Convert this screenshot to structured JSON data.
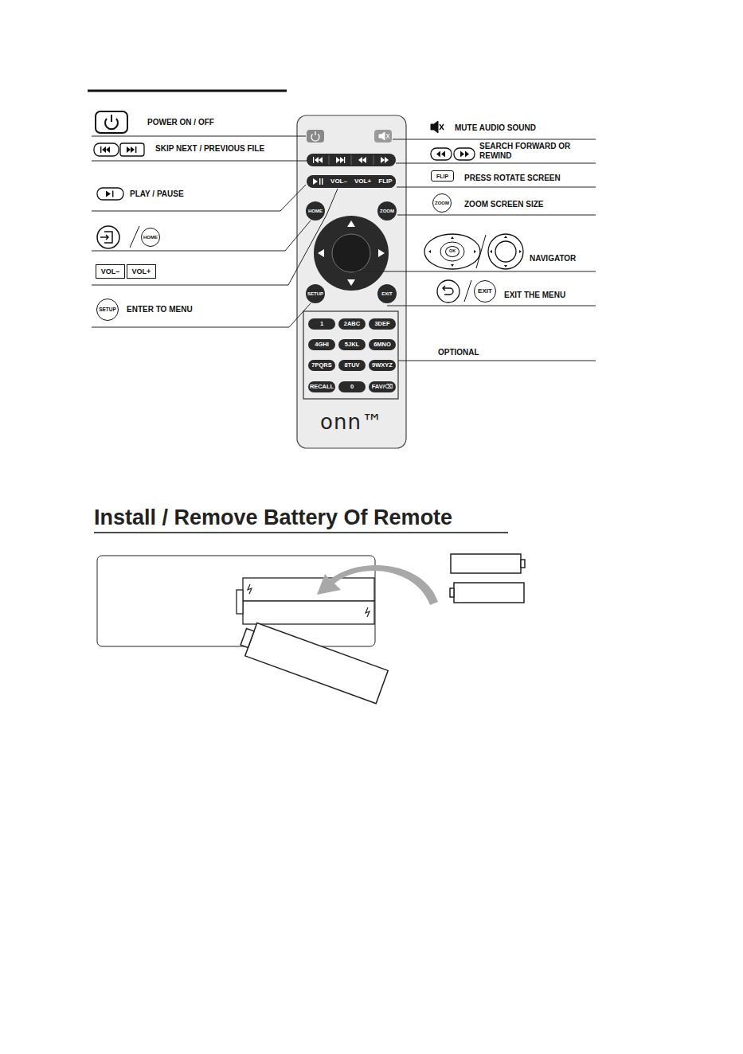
{
  "diagram": {
    "nodes": [
      {
        "text": [
          "onn™"
        ]
      },
      {
        "text": [
          "VOL–"
        ],
        "in": 0
      },
      {
        "text": [
          "VOL+"
        ],
        "in": 0
      },
      {
        "text": [
          "FLIP"
        ],
        "in": 0
      },
      {
        "text": [
          "HOME"
        ],
        "in": 0
      },
      {
        "text": [
          "ZOOM"
        ],
        "in": 0
      },
      {
        "text": [
          "SETUP"
        ],
        "in": 0
      },
      {
        "text": [
          "EXIT"
        ],
        "in": 0
      },
      {
        "text": [
          "1"
        ],
        "in": 0
      },
      {
        "text": [
          "2ABC"
        ],
        "in": 0
      },
      {
        "text": [
          "3DEF"
        ],
        "in": 0
      },
      {
        "text": [
          "4GHI"
        ],
        "in": 0
      },
      {
        "text": [
          "5JKL"
        ],
        "in": 0
      },
      {
        "text": [
          "6MNO"
        ],
        "in": 0
      },
      {
        "text": [
          "7PQRS"
        ],
        "in": 0
      },
      {
        "text": [
          "8TUV"
        ],
        "in": 0
      },
      {
        "text": [
          "9WXYZ"
        ],
        "in": 0
      },
      {
        "text": [
          "RECALL"
        ],
        "in": 0
      },
      {
        "text": [
          "0"
        ],
        "in": 0
      },
      {
        "text": [
          "FAV/⌫"
        ],
        "in": 0
      },
      {
        "text": [
          "VOL–"
        ]
      },
      {
        "text": [
          "VOL+"
        ]
      },
      {
        "text": [
          "HOME"
        ]
      },
      {
        "text": [
          "SETUP"
        ]
      },
      {
        "text": [
          "FLIP"
        ]
      },
      {
        "text": [
          "ZOOM"
        ]
      },
      {
        "text": [
          "OK"
        ]
      },
      {
        "text": [
          "EXIT"
        ]
      }
    ],
    "labels": [
      "POWER ON / OFF",
      "SKIP NEXT / PREVIOUS FILE",
      "PLAY / PAUSE",
      "ENTER TO MENU",
      "MUTE AUDIO SOUND",
      "SEARCH FORWARD OR REWIND",
      "PRESS ROTATE SCREEN",
      "ZOOM SCREEN SIZE",
      "NAVIGATOR",
      "EXIT THE MENU",
      "OPTIONAL",
      "Install / Remove Battery Of Remote"
    ]
  }
}
